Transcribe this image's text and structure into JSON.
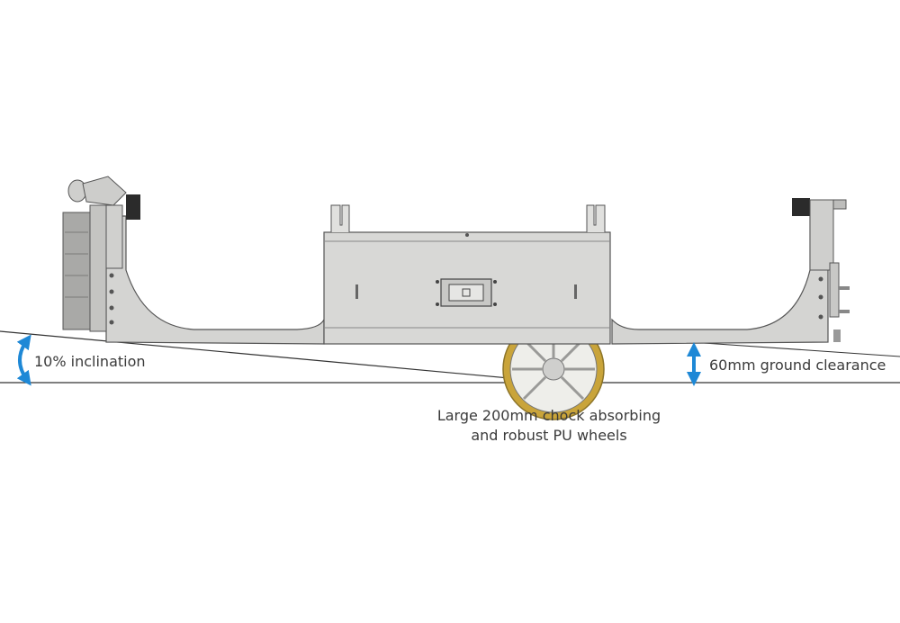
{
  "annotations": {
    "inclination": "10% inclination",
    "ground_clearance": "60mm ground clearance",
    "wheel_line1": "Large 200mm chock absorbing",
    "wheel_line2": "and robust PU wheels"
  },
  "colors": {
    "arrow": "#1e88d6",
    "frame": "#d4d4d2",
    "frame_dark": "#bdbdbb",
    "outline": "#555555",
    "wheel_tire": "#c9a43a",
    "ground_line": "#333333"
  }
}
